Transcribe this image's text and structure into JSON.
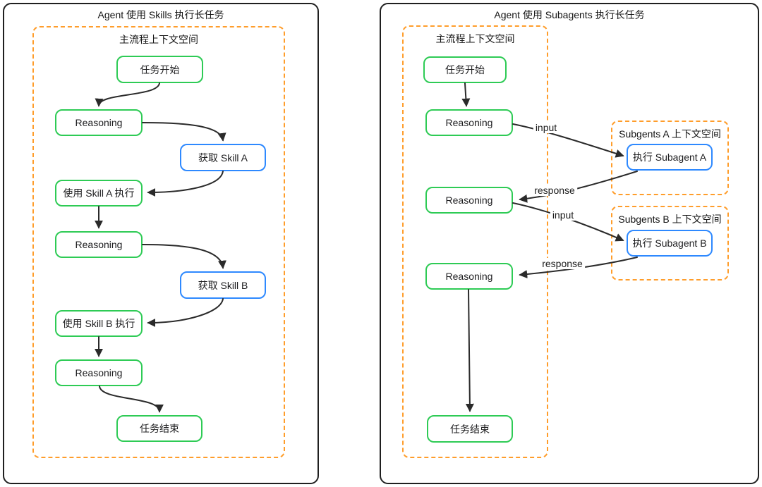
{
  "colors": {
    "node_green": "#2ecb55",
    "node_blue": "#2e89ff",
    "container_orange": "#ff9d2b",
    "panel_border": "#1f1f1f",
    "arrow": "#2a2a2a"
  },
  "panels": {
    "left": {
      "title": "Agent 使用 Skills 执行长任务",
      "context_label": "主流程上下文空间",
      "nodes": {
        "start": "任务开始",
        "reasoning1": "Reasoning",
        "get_skill_a": "获取 Skill A",
        "use_skill_a": "使用 Skill A 执行",
        "reasoning2": "Reasoning",
        "get_skill_b": "获取 Skill B",
        "use_skill_b": "使用 Skill B 执行",
        "reasoning3": "Reasoning",
        "end": "任务结束"
      }
    },
    "right": {
      "title": "Agent 使用 Subagents 执行长任务",
      "context_label": "主流程上下文空间",
      "nodes": {
        "start": "任务开始",
        "reasoning1": "Reasoning",
        "reasoning2": "Reasoning",
        "reasoning3": "Reasoning",
        "end": "任务结束",
        "exec_subagent_a": "执行 Subagent A",
        "exec_subagent_b": "执行 Subagent B"
      },
      "subagent_a_container_label": "Subgents A 上下文空间",
      "subagent_b_container_label": "Subgents B 上下文空间",
      "edge_labels": {
        "input_a": "input",
        "response_a": "response",
        "input_b": "input",
        "response_b": "response"
      }
    }
  }
}
